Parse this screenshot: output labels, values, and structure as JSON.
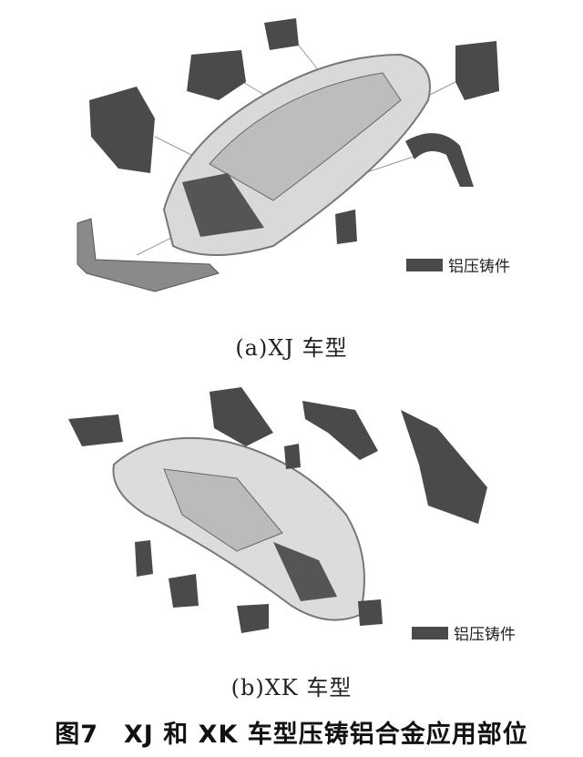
{
  "panel_a": {
    "legend_label": "铝压铸件",
    "subcaption": "(a)XJ 车型"
  },
  "panel_b": {
    "legend_label": "铝压铸件",
    "subcaption": "(b)XK 车型"
  },
  "figure_caption": "图7　XJ 和 XK 车型压铸铝合金应用部位",
  "colors": {
    "casting": "#4a4a4a",
    "body": "#c8c8c8"
  }
}
